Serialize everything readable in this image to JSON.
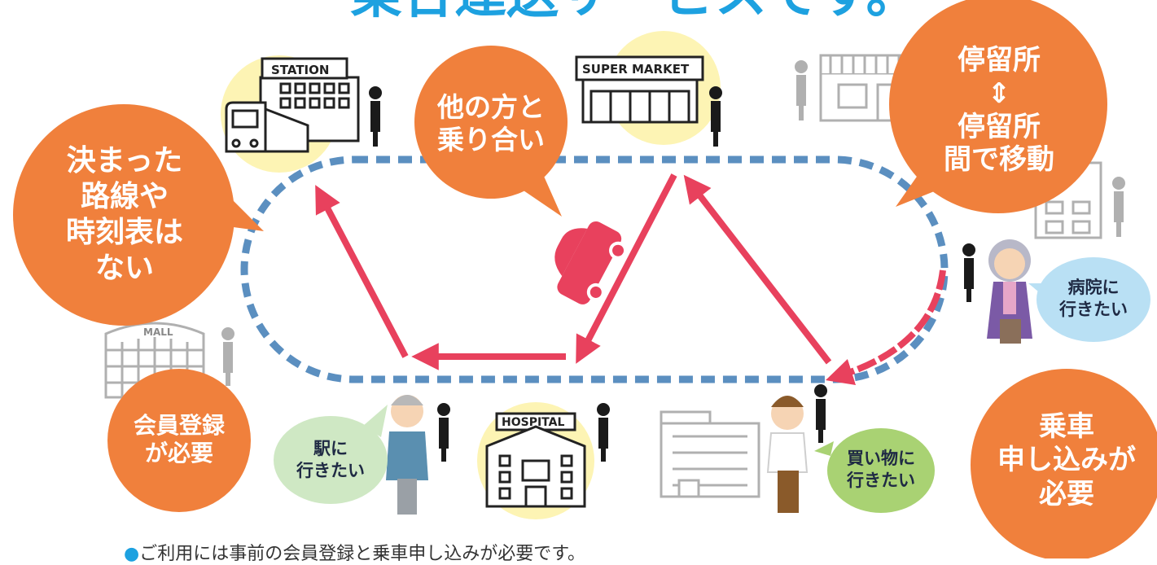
{
  "title": "乗合運送サービスです。",
  "bubbles": {
    "no_fixed_route": [
      "決まった",
      "路線や",
      "時刻表は",
      "ない"
    ],
    "ride_share": [
      "他の方と",
      "乗り合い"
    ],
    "stop_to_stop": [
      "停留所",
      "⇕",
      "停留所",
      "間で移動"
    ],
    "member_registration": [
      "会員登録",
      "が必要"
    ],
    "ride_request": [
      "乗車",
      "申し込みが",
      "必要"
    ]
  },
  "speech": {
    "hospital": [
      "病院に",
      "行きたい"
    ],
    "station": [
      "駅に",
      "行きたい"
    ],
    "shopping": [
      "買い物に",
      "行きたい"
    ]
  },
  "signs": {
    "station": "STATION",
    "supermarket": "SUPER MARKET",
    "mall": "MALL",
    "hospital": "HOSPITAL"
  },
  "footnote": "ご利用には事前の会員登録と乗車申し込みが必要です。",
  "colors": {
    "orange": "#f0803c",
    "route_blue": "#5b8fc0",
    "arrow_red": "#e8415d",
    "title_blue": "#1da1e0",
    "yellow_circle": "#fdf4b4",
    "speech_blue": "#b9e0f4",
    "speech_green": "#cfe8c4",
    "speech_lime": "#a9d273",
    "stop_black": "#1a1a1a",
    "gray_building": "#9a9a9a"
  }
}
